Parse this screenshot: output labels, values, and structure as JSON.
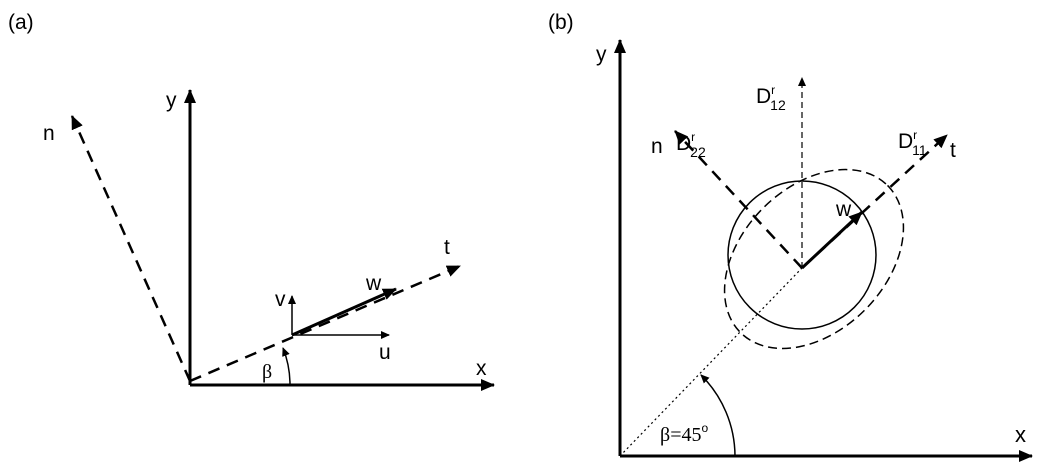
{
  "panel_a": {
    "label": "(a)",
    "axes": {
      "x": "x",
      "y": "y"
    },
    "rotated_axes": {
      "t": "t",
      "n": "n"
    },
    "vectors": {
      "w": "w",
      "u": "u",
      "v": "v"
    },
    "angle": "β"
  },
  "panel_b": {
    "label": "(b)",
    "axes": {
      "x": "x",
      "y": "y"
    },
    "rotated_axes": {
      "t": "t",
      "n": "n"
    },
    "vector": "w",
    "components": {
      "d11": {
        "base": "D",
        "sup": "r",
        "sub": "11"
      },
      "d12": {
        "base": "D",
        "sup": "r",
        "sub": "12"
      },
      "d22": {
        "base": "D",
        "sup": "r",
        "sub": "22"
      }
    },
    "angle": {
      "symbol": "β",
      "value": "=45",
      "unit_sup": "o"
    }
  }
}
